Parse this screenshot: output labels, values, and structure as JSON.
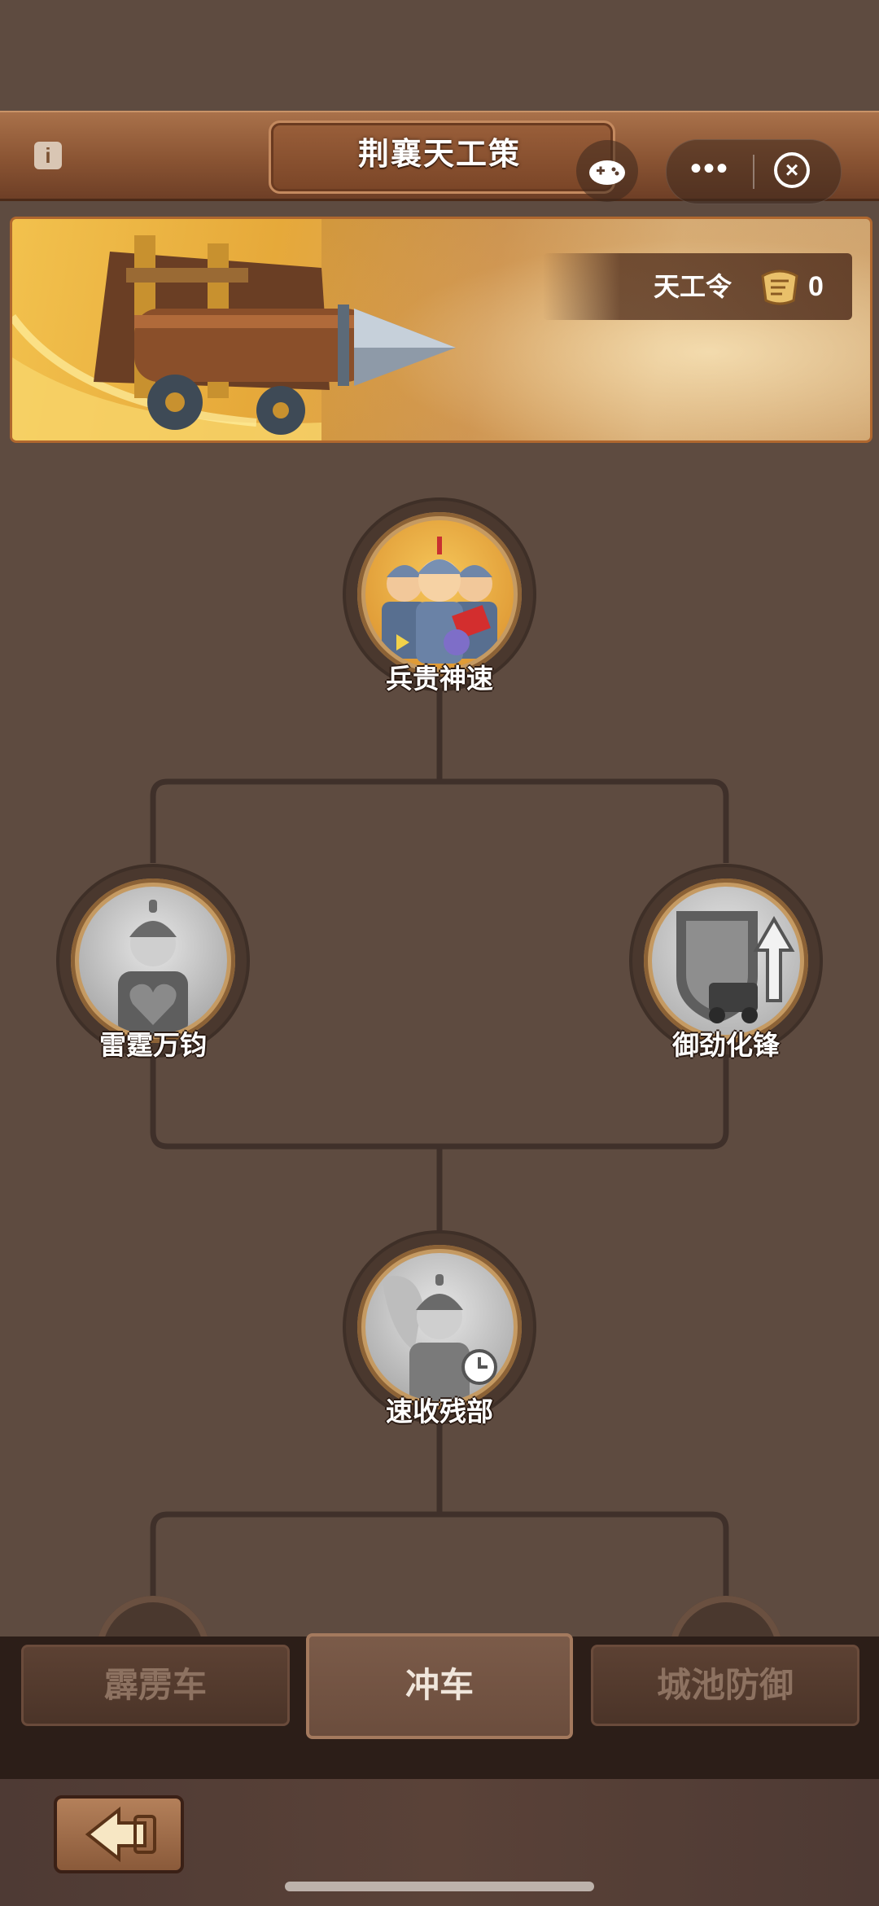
{
  "header": {
    "title": "荆襄天工策",
    "info_icon": "info-icon",
    "more_icon": "more-dots-icon",
    "close_icon": "close-circle-icon",
    "game_icon": "gamepad-icon"
  },
  "banner": {
    "token_label": "天工令",
    "token_count": "0",
    "token_icon": "scroll-token-icon"
  },
  "tree": {
    "nodes": [
      {
        "label": "兵贵神速",
        "state": "unlocked"
      },
      {
        "label": "雷霆万钧",
        "state": "locked"
      },
      {
        "label": "御劲化锋",
        "state": "locked"
      },
      {
        "label": "速收残部",
        "state": "locked"
      }
    ]
  },
  "tabs": [
    {
      "label": "霹雳车",
      "active": false
    },
    {
      "label": "冲车",
      "active": true
    },
    {
      "label": "城池防御",
      "active": false
    }
  ],
  "footer": {
    "back_icon": "back-arrow-icon"
  },
  "colors": {
    "background": "#5e4b40",
    "accent": "#c59a62",
    "title_bar": "#8a5433"
  }
}
